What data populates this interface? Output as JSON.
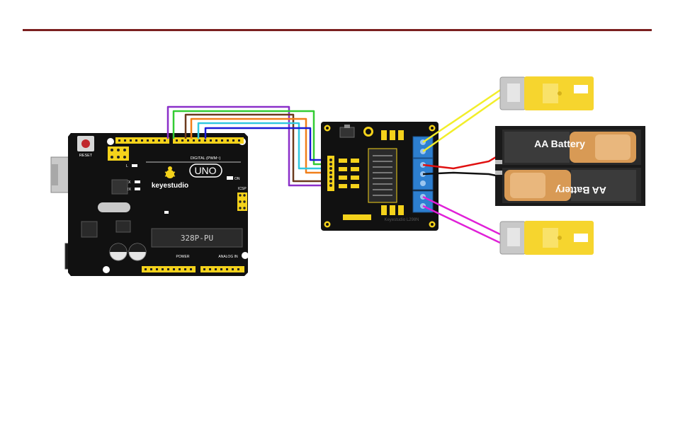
{
  "arduino": {
    "brand": "keyestudio",
    "model": "UNO",
    "chip": "328P-PU",
    "reset": "RESET",
    "digital": "DIGITAL (PWM~)",
    "analog": "ANALOG IN",
    "power": "POWER",
    "on": "ON",
    "icsp": "ICSP",
    "led_l": "L",
    "led_tx": "TX",
    "led_rx": "RX"
  },
  "driver": {
    "label": "Keyestudio L298N"
  },
  "battery": {
    "label_top": "AA Battery",
    "label_bottom": "AA Battery"
  },
  "colors": {
    "header_rule": "#7b1f1f",
    "board": "#111111",
    "header_pins": "#f4d21b",
    "wire_purple": "#8b2fc9",
    "wire_green": "#33cc33",
    "wire_brown": "#6b3a1e",
    "wire_orange": "#f07f1a",
    "wire_cyan": "#32c8e0",
    "wire_blue": "#1a1ad6",
    "wire_yellow": "#f2ee2a",
    "wire_red": "#e01010",
    "wire_black": "#111111",
    "wire_magenta": "#e020d8",
    "motor_body": "#f6d52e",
    "terminal_blue": "#2d7fd0"
  }
}
